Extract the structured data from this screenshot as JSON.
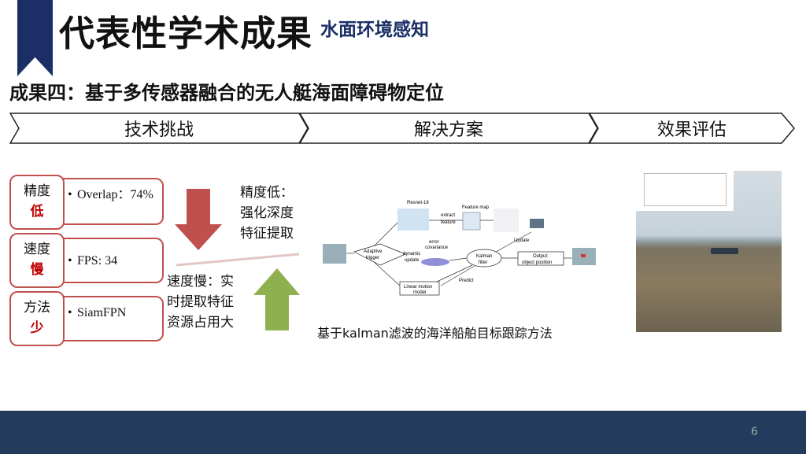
{
  "header": {
    "title": "代表性学术成果",
    "subtitle": "水面环境感知"
  },
  "subheading": "成果四：基于多传感器融合的无人艇海面障碍物定位",
  "steps": [
    "技术挑战",
    "解决方案",
    "效果评估"
  ],
  "challenges": [
    {
      "label": "精度",
      "level": "低",
      "metric": "Overlap：74%"
    },
    {
      "label": "速度",
      "level": "慢",
      "metric": "FPS: 34"
    },
    {
      "label": "方法",
      "level": "少",
      "metric": "SiamFPN"
    }
  ],
  "notes": {
    "accuracy": [
      "精度低：",
      "强化深度",
      "特征提取"
    ],
    "speed": [
      "速度慢：实",
      "时提取特征",
      "资源占用大"
    ]
  },
  "diagram": {
    "resnet": "Resnet-18",
    "extract": "extract",
    "feature": "feature",
    "feature_map": "Feature map",
    "update": "Update",
    "error": "error",
    "covariance": "covariance",
    "adaptive": "Adaptive",
    "trigger": "trigger",
    "dynamic": "dynamic",
    "update2": "update",
    "kalman": "Kalman",
    "filter": "filter",
    "output": "Output:",
    "object_position": "object position",
    "predict": "Predict",
    "linear": "Linear motion",
    "model": "model"
  },
  "caption": "基于kalman滤波的海洋船舶目标跟踪方法",
  "page_number": "6"
}
